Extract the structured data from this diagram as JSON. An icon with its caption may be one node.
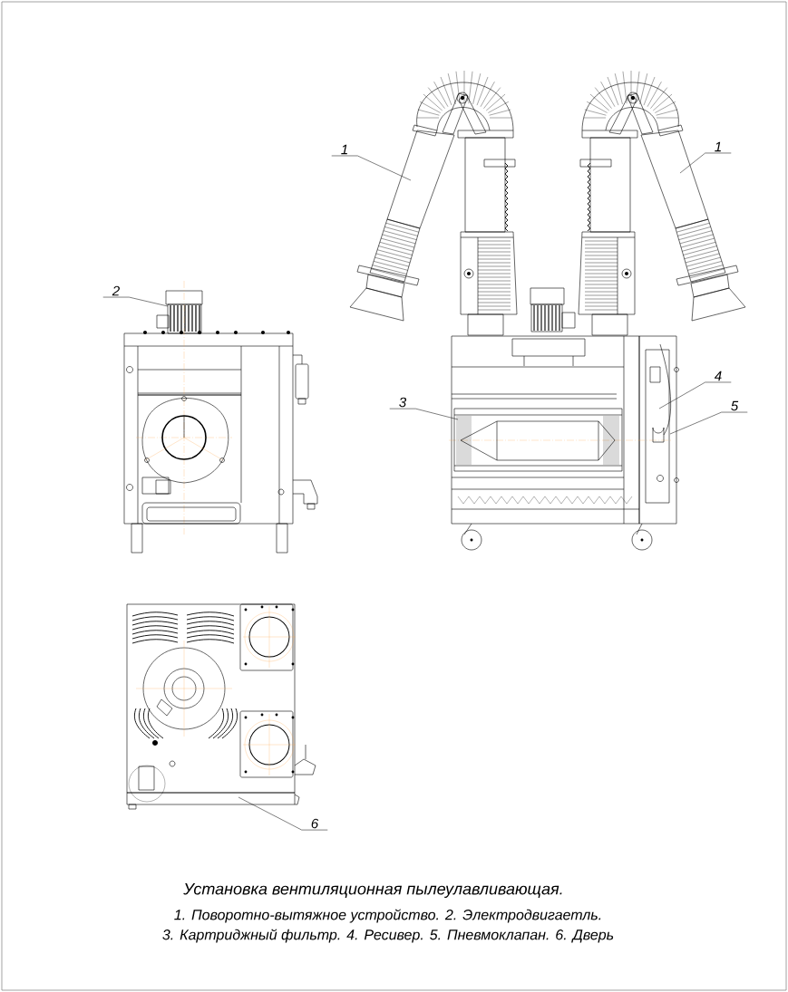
{
  "diagram": {
    "title": "Установка вентиляционная пылеулавливающая.",
    "nodes": [
      {
        "text": [
          "1"
        ]
      },
      {
        "text": [
          "1"
        ]
      },
      {
        "text": [
          "2"
        ]
      },
      {
        "text": [
          "3"
        ]
      },
      {
        "text": [
          "4"
        ]
      },
      {
        "text": [
          "5"
        ]
      },
      {
        "text": [
          "6"
        ]
      }
    ],
    "edges": [
      {
        "from": 0,
        "to": null,
        "arrow": "none"
      },
      {
        "from": 1,
        "to": null,
        "arrow": "none"
      },
      {
        "from": 2,
        "to": null,
        "arrow": "none"
      },
      {
        "from": 3,
        "to": null,
        "arrow": "none"
      },
      {
        "from": 4,
        "to": null,
        "arrow": "none"
      },
      {
        "from": 5,
        "to": null,
        "arrow": "none"
      },
      {
        "from": 6,
        "to": null,
        "arrow": "none"
      }
    ],
    "labels": [
      "1. Поворотно-вытяжное устройство. 2. Электродвигаетль.",
      "3. Картриджный фильтр. 4. Ресивер. 5. Пневмоклапан. 6. Дверь"
    ]
  }
}
